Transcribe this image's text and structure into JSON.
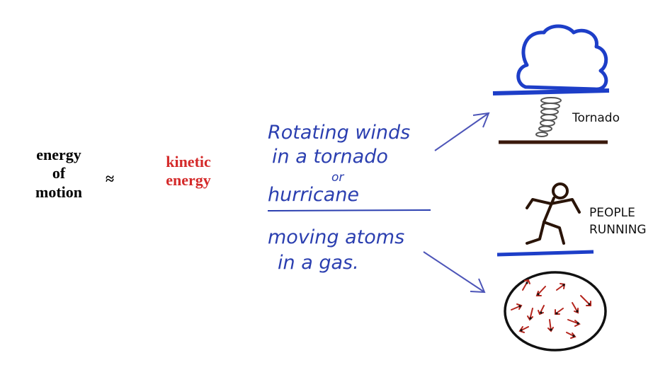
{
  "left": {
    "lines": [
      "energy",
      "of",
      "motion"
    ]
  },
  "approx": "≈",
  "right": {
    "lines": [
      "kinetic",
      "energy"
    ]
  },
  "notes": {
    "upper": [
      "Rotating winds",
      "in a tornado",
      "or",
      "hurricane"
    ],
    "lower": [
      "moving atoms",
      "in a gas."
    ]
  },
  "labels": {
    "tornado": "Tornado",
    "people": [
      "PEOPLE",
      "RUNNING"
    ]
  },
  "colors": {
    "ink_blue": "#2b3fb0",
    "red": "#d42a2a",
    "arrow": "#4d55b8",
    "brown": "#3a1a0c"
  }
}
